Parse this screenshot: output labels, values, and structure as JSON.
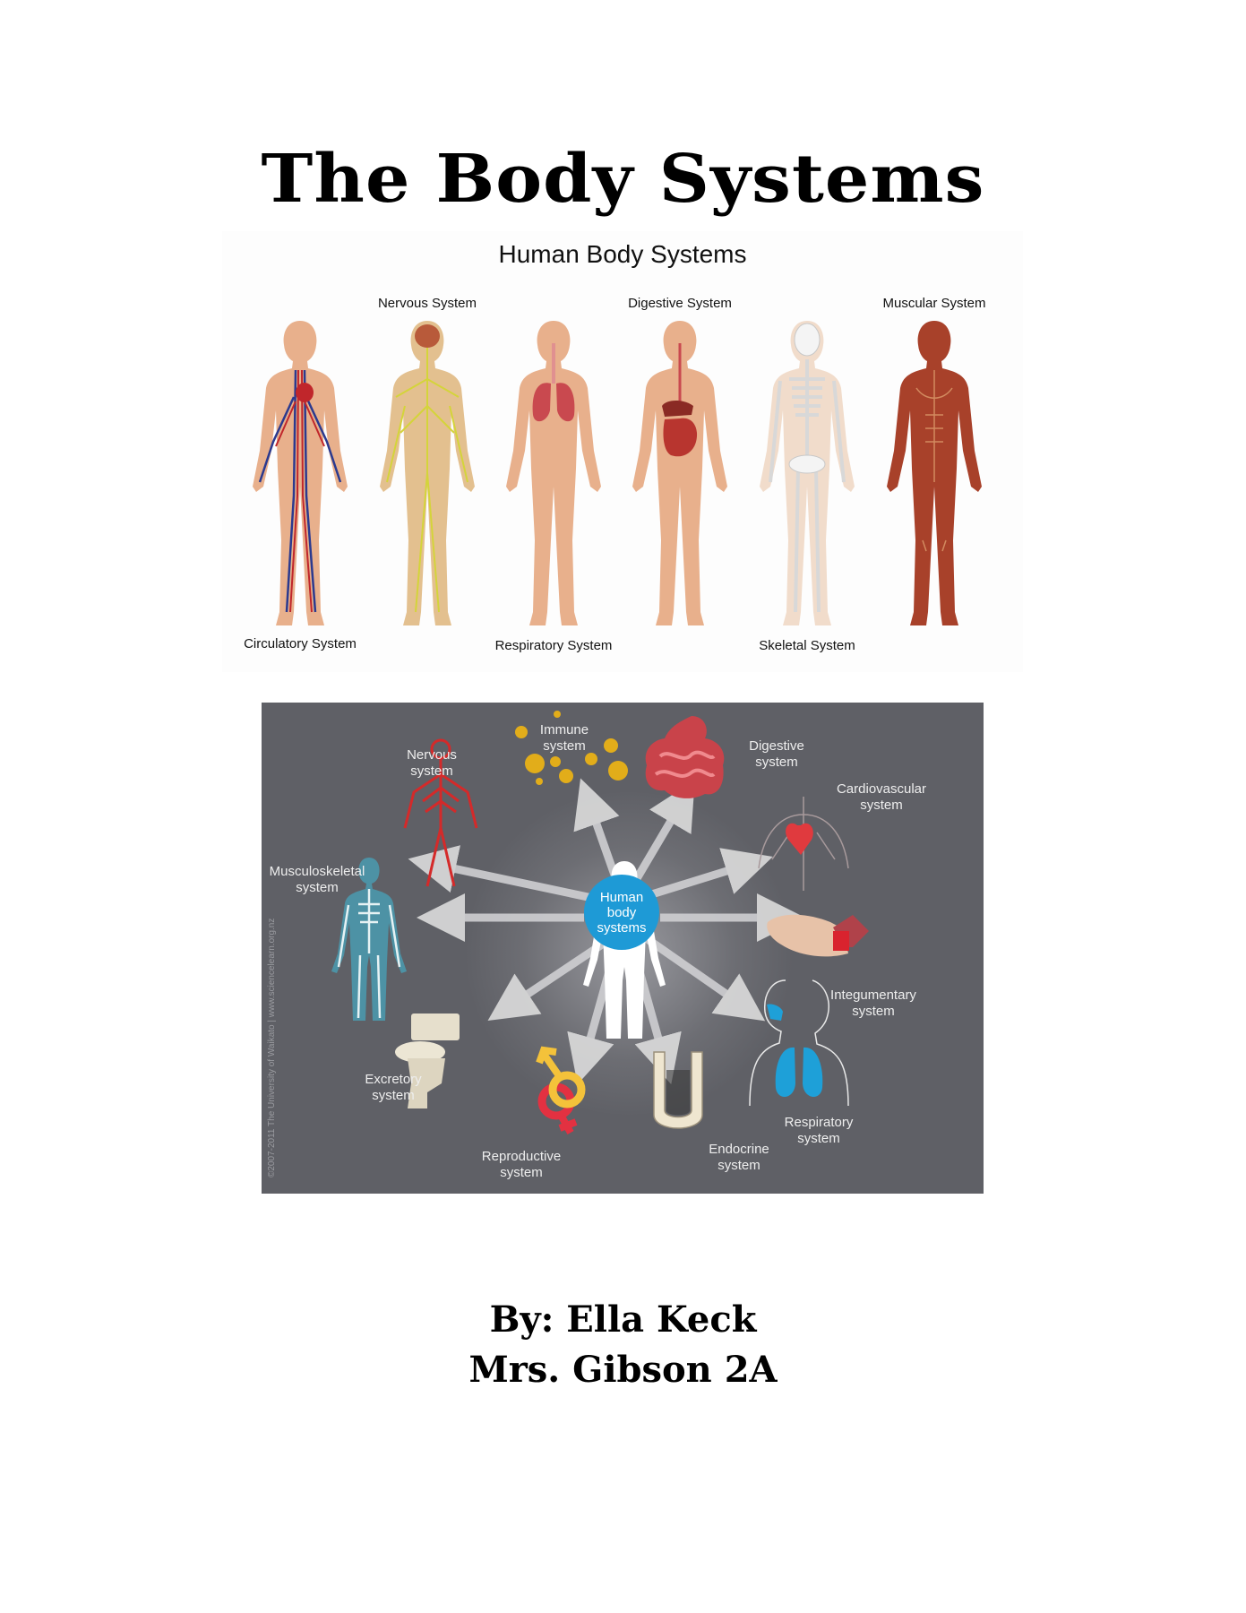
{
  "document": {
    "title": "The Body Systems",
    "byline_author": "By: Ella Keck",
    "byline_class": "Mrs. Gibson 2A"
  },
  "top_image": {
    "subtitle": "Human Body Systems",
    "top_labels": [
      "Nervous System",
      "Digestive System",
      "Muscular System"
    ],
    "bottom_labels": [
      "Circulatory System",
      "Respiratory System",
      "Skeletal System"
    ],
    "figures": [
      {
        "name": "circulatory",
        "skin": "#e8b08c",
        "overlay": "#c0262b",
        "overlay2": "#2b3a8f"
      },
      {
        "name": "nervous",
        "skin": "#e3c08f",
        "overlay": "#d4d43a",
        "overlay2": "#b85a3a"
      },
      {
        "name": "respiratory",
        "skin": "#e8b08c",
        "overlay": "#c9494f",
        "overlay2": "#e09090"
      },
      {
        "name": "digestive",
        "skin": "#e8b08c",
        "overlay": "#b8352f",
        "overlay2": "#8a2a24"
      },
      {
        "name": "skeletal",
        "skin": "#f1dccb",
        "overlay": "#f4f4f4",
        "overlay2": "#d0d0d0"
      },
      {
        "name": "muscular",
        "skin": "#a8412a",
        "overlay": "#8c3020",
        "overlay2": "#d28a5f"
      }
    ]
  },
  "diagram": {
    "background": "#5f6066",
    "center_label": "Human body systems",
    "center_color": "#1e9ad6",
    "watermark": "©2007-2011 The University of Waikato | www.sciencelearn.org.nz",
    "labels": {
      "immune": "Immune system",
      "nervous": "Nervous system",
      "digestive": "Digestive system",
      "cardiovascular": "Cardiovascular system",
      "musculoskeletal": "Musculoskeletal system",
      "integumentary": "Integumentary system",
      "excretory": "Excretory system",
      "reproductive": "Reproductive system",
      "endocrine": "Endocrine system",
      "respiratory": "Respiratory system"
    }
  }
}
